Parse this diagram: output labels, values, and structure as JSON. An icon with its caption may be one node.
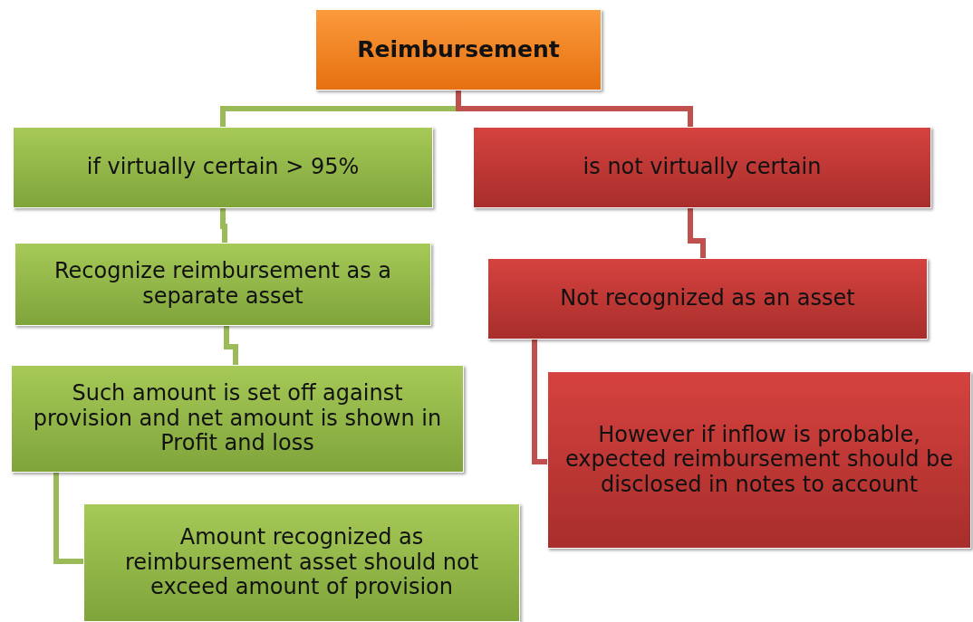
{
  "diagram": {
    "nodes": [
      {
        "text": [
          "Reimbursement"
        ]
      },
      {
        "text": [
          "if virtually certain > 95%"
        ]
      },
      {
        "text": [
          "is not virtually certain"
        ]
      },
      {
        "text": [
          "Recognize reimbursement as a separate asset"
        ]
      },
      {
        "text": [
          "Not recognized as an asset"
        ]
      },
      {
        "text": [
          "Such amount is set off against provision and net amount is shown in Profit and loss"
        ]
      },
      {
        "text": [
          "However if inflow is probable, expected reimbursement should be disclosed in notes to account"
        ]
      },
      {
        "text": [
          "Amount recognized as reimbursement asset should not exceed amount of provision"
        ]
      }
    ],
    "edges": [
      {
        "from": 0,
        "to": 1,
        "arrow": "none"
      },
      {
        "from": 0,
        "to": 2,
        "arrow": "none",
        "color": "#c0504d"
      },
      {
        "from": 1,
        "to": 3,
        "arrow": "none"
      },
      {
        "from": 2,
        "to": 4,
        "arrow": "none",
        "color": "#c0504d"
      },
      {
        "from": 3,
        "to": 5,
        "arrow": "none"
      },
      {
        "from": 5,
        "to": 7,
        "arrow": "none"
      },
      {
        "from": 4,
        "to": 6,
        "arrow": "none",
        "color": "#c0504d"
      }
    ]
  }
}
